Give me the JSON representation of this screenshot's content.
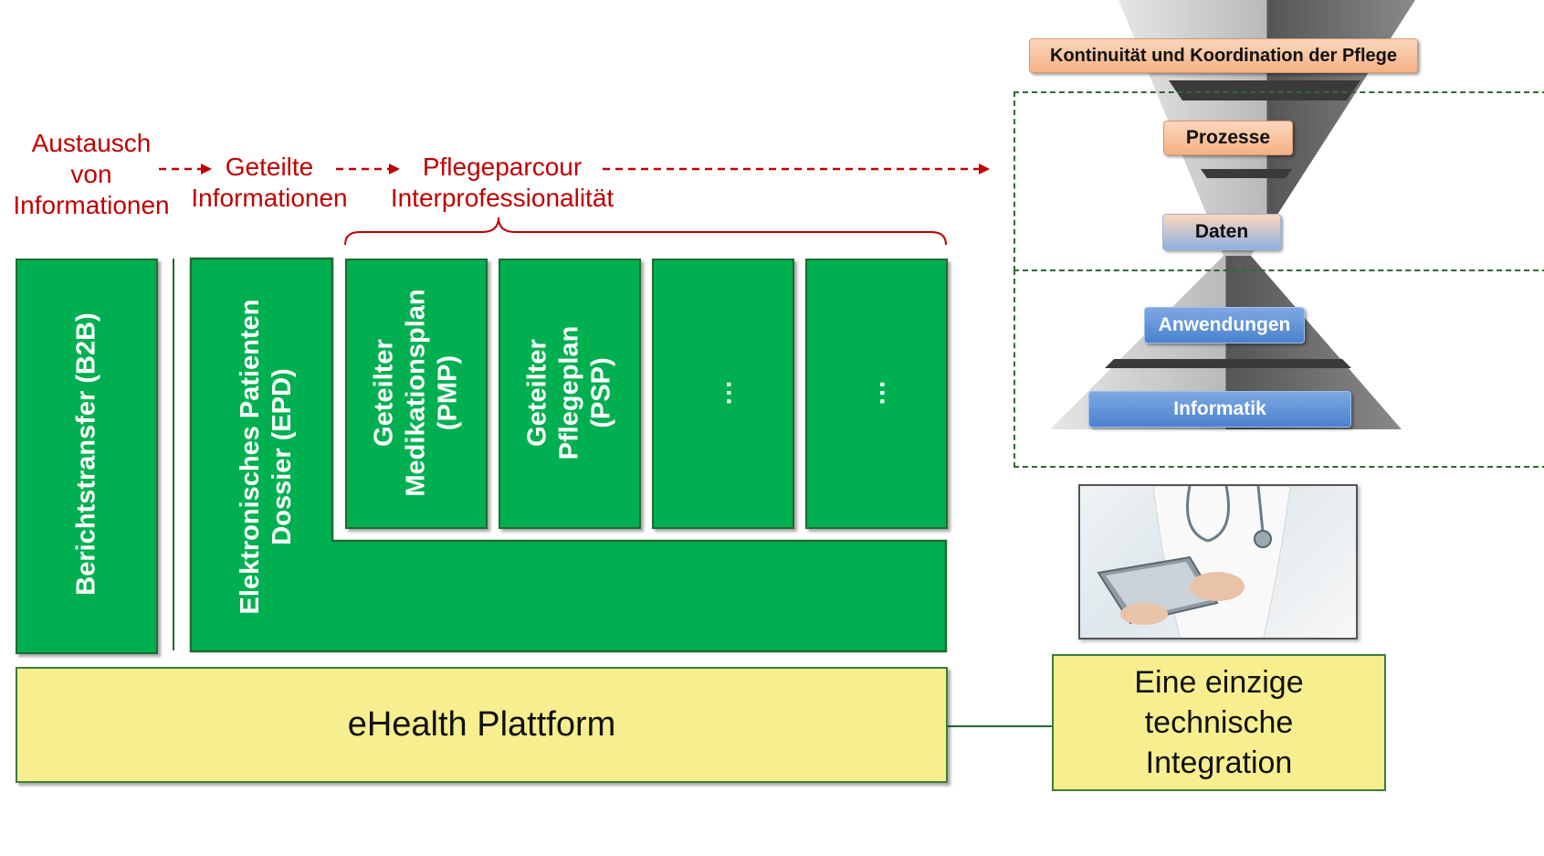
{
  "flow_labels": {
    "exchange": "Austausch\nvon\nInformationen",
    "shared": "Geteilte\nInformationen",
    "care_path": "Pflegeparcour\nInterprofessionalität"
  },
  "columns": {
    "b2b": "Berichtstransfer (B2B)",
    "epd": "Elektronisches Patienten\nDossier (EPD)",
    "pmp": "Geteilter\nMedikationsplan\n(PMP)",
    "psp": "Geteilter\nPflegeplan\n(PSP)",
    "more1": "…",
    "more2": "…"
  },
  "platform": "eHealth Plattform",
  "integration": "Eine einzige\ntechnische\nIntegration",
  "pyramid": {
    "top": "Kontinuität und Koordination der Pflege",
    "processes": "Prozesse",
    "data": "Daten",
    "applications": "Anwendungen",
    "it": "Informatik"
  },
  "colors": {
    "green": "#00b050",
    "yellow": "#f7ee8f",
    "red": "#c00000",
    "orange": "#f4b183",
    "blue": "#4a81cf"
  }
}
